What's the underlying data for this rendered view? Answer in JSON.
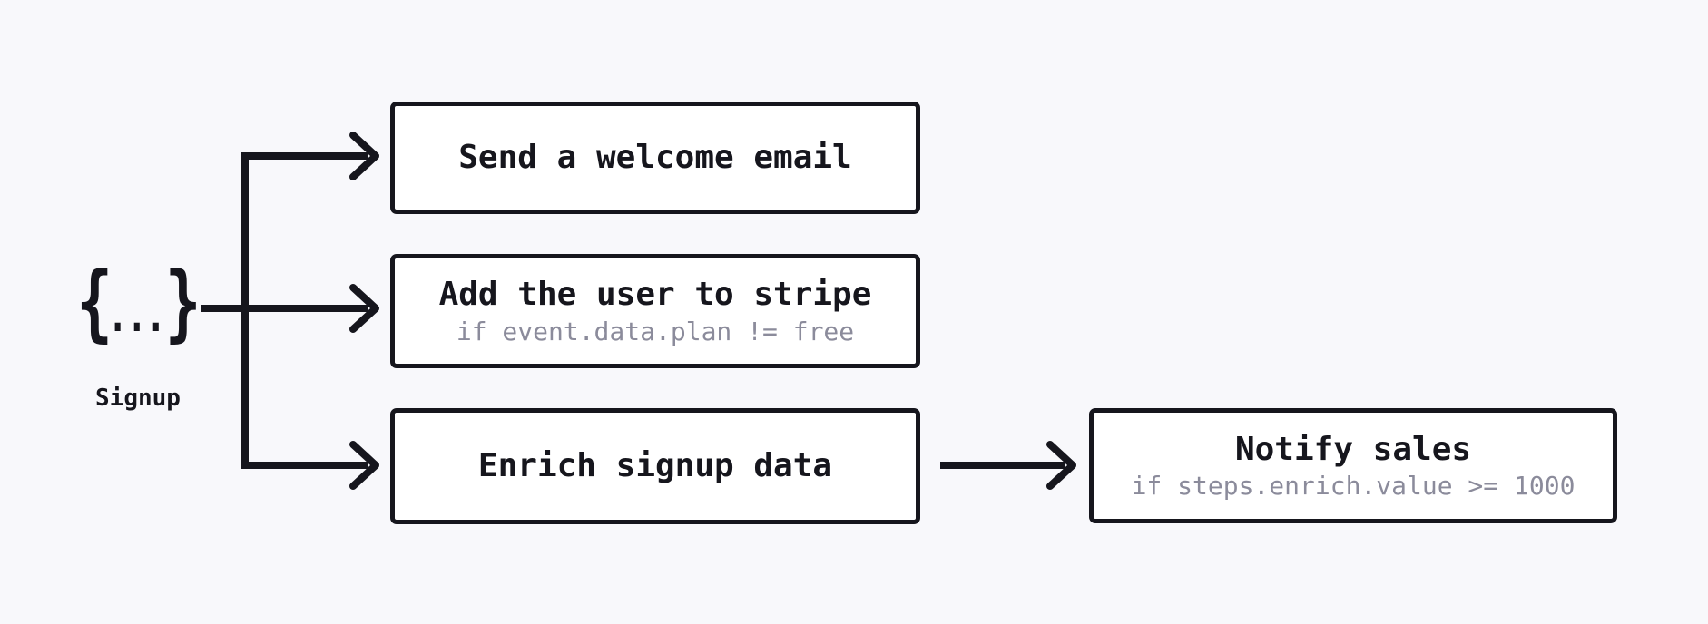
{
  "diagram": {
    "background_color": "#f8f8fb",
    "node_background": "#ffffff",
    "stroke_color": "#16161d",
    "condition_text_color": "#8b8b9b",
    "trigger": {
      "glyph_open": "{",
      "glyph_dots": "...",
      "glyph_close": "}",
      "label": "Signup"
    },
    "nodes": [
      {
        "id": "send-welcome-email",
        "title": "Send a welcome email",
        "condition": ""
      },
      {
        "id": "add-user-to-stripe",
        "title": "Add the user to stripe",
        "condition": "if event.data.plan != free"
      },
      {
        "id": "enrich-signup-data",
        "title": "Enrich signup data",
        "condition": ""
      },
      {
        "id": "notify-sales",
        "title": "Notify sales",
        "condition": "if steps.enrich.value >= 1000"
      }
    ],
    "edges": [
      {
        "from": "signup-trigger",
        "to": "send-welcome-email"
      },
      {
        "from": "signup-trigger",
        "to": "add-user-to-stripe"
      },
      {
        "from": "signup-trigger",
        "to": "enrich-signup-data"
      },
      {
        "from": "enrich-signup-data",
        "to": "notify-sales"
      }
    ]
  }
}
